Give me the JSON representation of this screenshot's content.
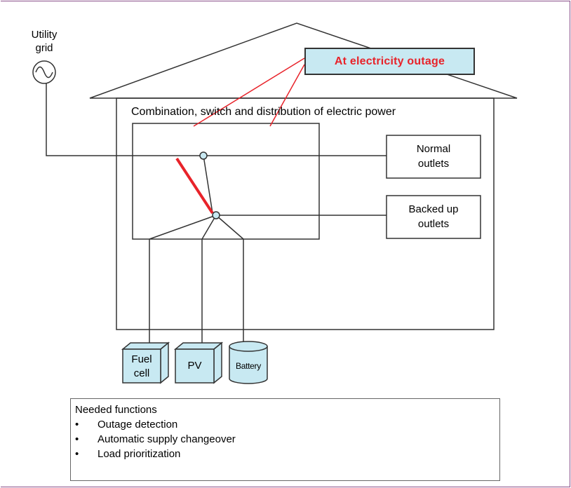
{
  "utility": {
    "line1": "Utility",
    "line2": "grid"
  },
  "outage_label": "At electricity outage",
  "house_caption": "Combination, switch and distribution of electric power",
  "outlets": {
    "normal": {
      "line1": "Normal",
      "line2": "outlets"
    },
    "backed": {
      "line1": "Backed up",
      "line2": "outlets"
    }
  },
  "sources": [
    {
      "line1": "Fuel",
      "line2": "cell"
    },
    {
      "line1": "PV"
    },
    {
      "line1": "Battery"
    }
  ],
  "functions": {
    "title": "Needed functions",
    "items": [
      "Outage detection",
      "Automatic supply changeover",
      "Load prioritization"
    ]
  },
  "colors": {
    "alert": "#e8232a",
    "callout_bg": "#c8e9f2",
    "box_fill": "#c8e9f2",
    "frame": "#8a4f8a"
  }
}
